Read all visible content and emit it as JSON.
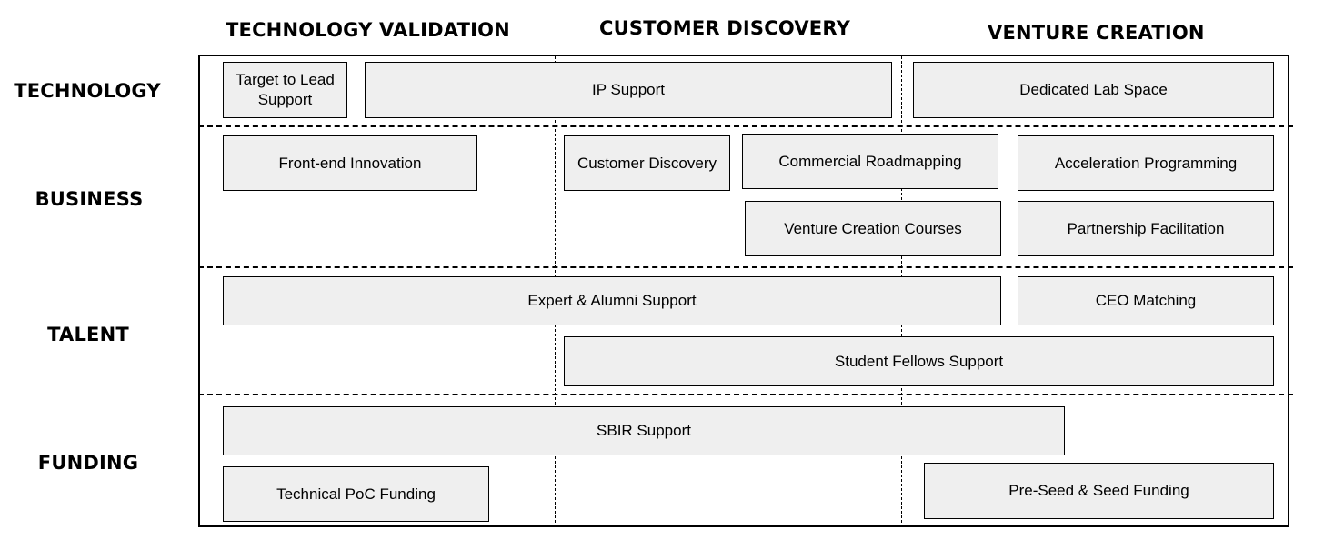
{
  "columns": {
    "technology_validation": "TECHNOLOGY VALIDATION",
    "customer_discovery": "CUSTOMER DISCOVERY",
    "venture_creation": "VENTURE CREATION"
  },
  "rows": {
    "technology": "TECHNOLOGY",
    "business": "BUSINESS",
    "talent": "TALENT",
    "funding": "FUNDING"
  },
  "boxes": {
    "target_to_lead_support": "Target to Lead\nSupport",
    "ip_support": "IP Support",
    "dedicated_lab_space": "Dedicated Lab Space",
    "front_end_innovation": "Front-end Innovation",
    "customer_discovery": "Customer Discovery",
    "commercial_roadmapping": "Commercial Roadmapping",
    "acceleration_programming": "Acceleration Programming",
    "venture_creation_courses": "Venture Creation Courses",
    "partnership_facilitation": "Partnership Facilitation",
    "expert_alumni_support": "Expert & Alumni Support",
    "ceo_matching": "CEO Matching",
    "student_fellows_support": "Student Fellows Support",
    "sbir_support": "SBIR Support",
    "technical_poc_funding": "Technical PoC Funding",
    "pre_seed_seed_funding": "Pre-Seed & Seed Funding"
  },
  "colors": {
    "box_fill": "#efefef",
    "border": "#000000",
    "background": "#ffffff"
  }
}
